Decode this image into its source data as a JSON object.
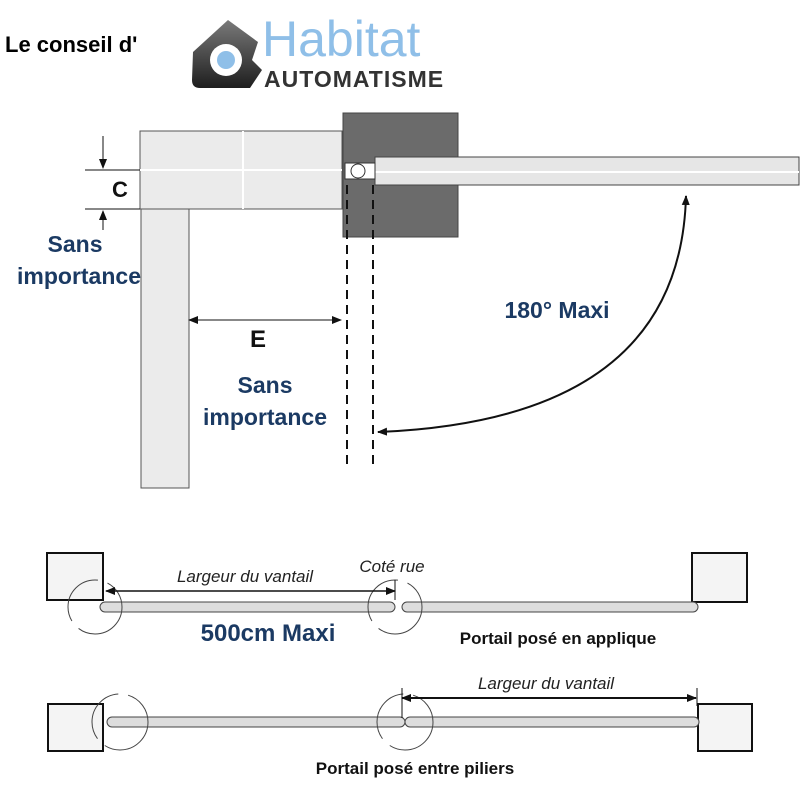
{
  "header": {
    "intro": "Le conseil d'",
    "logo_word_1": "Habitat",
    "logo_word_2": "AUTOMATISME"
  },
  "top_diagram": {
    "label_c": "C",
    "label_sans_1_line1": "Sans",
    "label_sans_1_line2": "importance",
    "label_e": "E",
    "label_sans_2_line1": "Sans",
    "label_sans_2_line2": "importance",
    "label_angle": "180° Maxi"
  },
  "bottom_diagram": {
    "largeur_1": "Largeur du vantail",
    "cote_rue": "Coté rue",
    "max_width": "500cm Maxi",
    "caption_1": "Portail posé en applique",
    "largeur_2": "Largeur du vantail",
    "caption_2": "Portail posé entre piliers"
  },
  "colors": {
    "navy": "#1b3a63",
    "logo_blue": "#8fbfe8",
    "dark": "#6b6b6b"
  }
}
